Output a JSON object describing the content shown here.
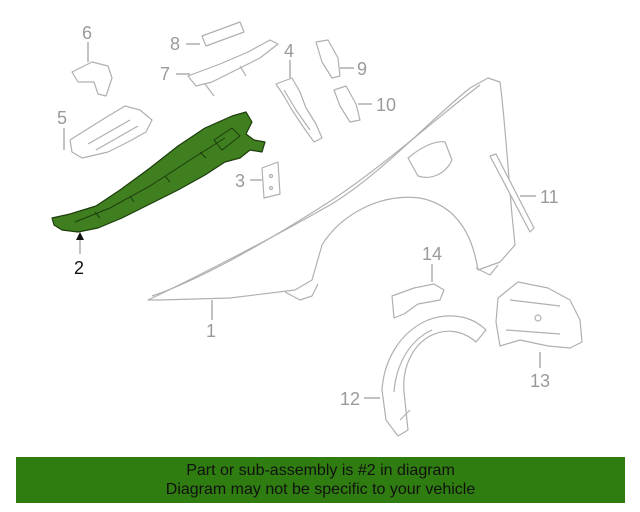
{
  "callouts": {
    "c1": "1",
    "c2": "2",
    "c3": "3",
    "c4": "4",
    "c5": "5",
    "c6": "6",
    "c7": "7",
    "c8": "8",
    "c9": "9",
    "c10": "10",
    "c11": "11",
    "c12": "12",
    "c13": "13",
    "c14": "14"
  },
  "highlighted_part": "2",
  "banner": {
    "line1": "Part or sub-assembly is #2 in diagram",
    "line2": "Diagram may not be specific to your vehicle"
  },
  "colors": {
    "highlight": "#3f7f1f",
    "banner_bg": "#2f7d10",
    "line_art": "#b0b0b0",
    "callout_text": "#9a9a9a"
  }
}
